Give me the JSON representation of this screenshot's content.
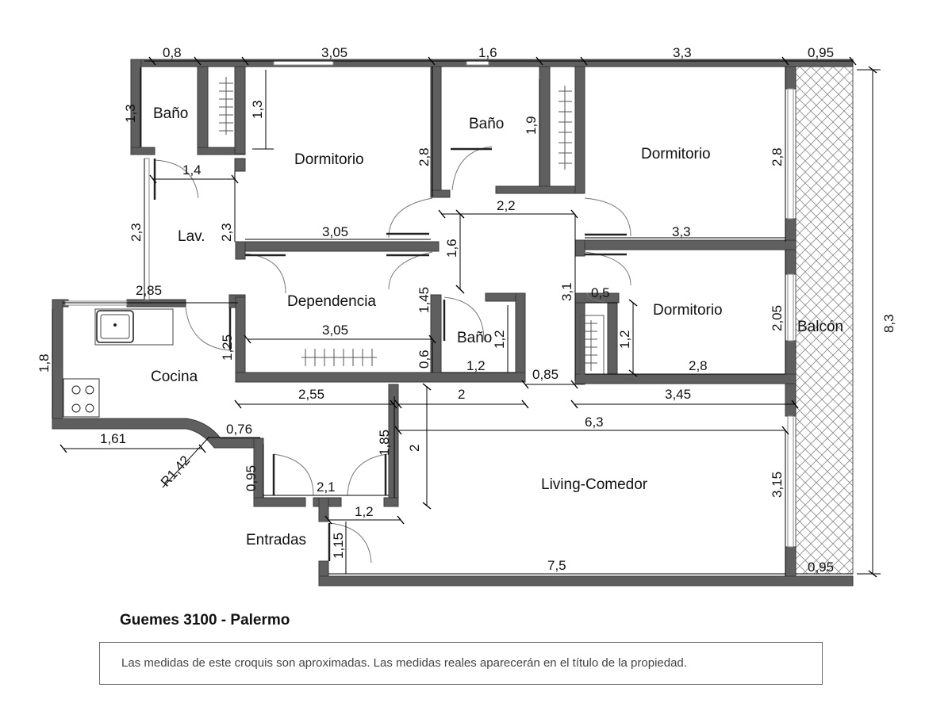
{
  "rooms": {
    "bano_1": "Baño",
    "dormitorio_1": "Dormitorio",
    "bano_2": "Baño",
    "dormitorio_2": "Dormitorio",
    "lavadero": "Lav.",
    "dependencia": "Dependencia",
    "bano_3": "Baño",
    "dormitorio_3": "Dormitorio",
    "balcon": "Balcón",
    "cocina": "Cocina",
    "living_comedor": "Living-Comedor",
    "entradas": "Entradas"
  },
  "dimensions": {
    "top_0_8": "0,8",
    "top_3_05": "3,05",
    "top_1_6": "1,6",
    "top_3_3": "3,3",
    "top_0_95": "0,95",
    "bano1_h_1_3": "1,3",
    "closet_h_1_3": "1,3",
    "dorm1_h_2_8": "2,8",
    "bano2_h_1_9": "1,9",
    "dorm2_h_2_8": "2,8",
    "lav_w_1_4": "1,4",
    "hall_w_2_2": "2,2",
    "lav_h_2_3_left": "2,3",
    "lav_h_2_3_right": "2,3",
    "dorm1_w_3_05": "3,05",
    "dorm2_w_3_3": "3,3",
    "hall_h_1_6": "1,6",
    "hall_h_3_1": "3,1",
    "door_1_45": "1,45",
    "cocina_w_2_85": "2,85",
    "dorm3_0_5": "0,5",
    "dorm3_h_2_05": "2,05",
    "total_h_8_3": "8,3",
    "closet3_h_1_2": "1,2",
    "bano3_h_1_2": "1,2",
    "cocina_1_25": "1,25",
    "dep_w_3_05": "3,05",
    "cocina_h_1_8": "1,8",
    "bano3_0_6": "0,6",
    "bano3_w_1_2": "1,2",
    "hall_0_85": "0,85",
    "dorm3_w_2_8": "2,8",
    "w_2_55": "2,55",
    "w_2": "2",
    "w_3_45": "3,45",
    "w_6_3": "6,3",
    "w_1_61": "1,61",
    "w_0_76": "0,76",
    "radius": "R1,42",
    "h_1_85": "1,85",
    "h_2": "2",
    "living_h_3_15": "3,15",
    "entry_0_95": "0,95",
    "entry_2_1": "2,1",
    "entry_1_2": "1,2",
    "entry_1_15": "1,15",
    "bottom_7_5": "7,5",
    "bottom_0_95": "0,95"
  },
  "footer": {
    "title": "Guemes 3100 - Palermo",
    "disclaimer": "Las medidas de este croquis son aproximadas. Las medidas reales aparecerán en el título de la propiedad."
  },
  "colors": {
    "wall": "#5f5f5f",
    "line": "#000000",
    "balcony_hatch": "#8a8a8a"
  },
  "icons": {
    "sink": "kitchen-sink-icon",
    "stove": "stove-icon",
    "closet": "closet-icon"
  }
}
